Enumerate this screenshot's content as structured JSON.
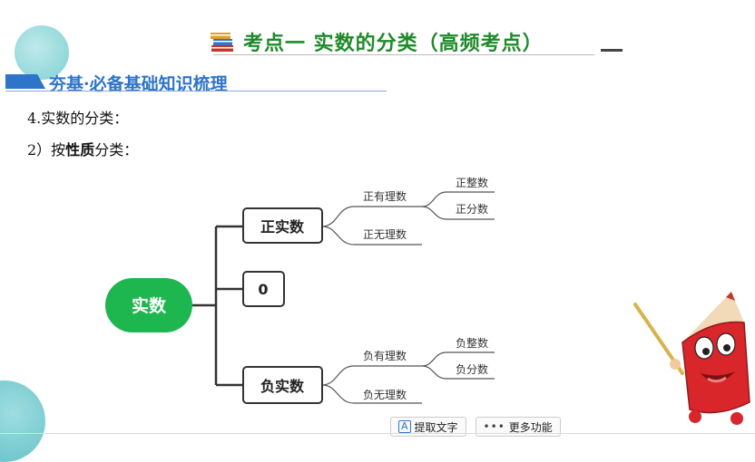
{
  "header": {
    "title": "考点一  实数的分类（高频考点）",
    "section": "夯基·必备基础知识梳理"
  },
  "content": {
    "line1": "4.实数的分类：",
    "line2_prefix": "2）按",
    "line2_bold": "性质",
    "line2_suffix": "分类："
  },
  "mindmap": {
    "root": "实数",
    "positive": "正实数",
    "zero": "0",
    "negative": "负实数",
    "positive_rational": "正有理数",
    "positive_irrational": "正无理数",
    "positive_integer": "正整数",
    "positive_fraction": "正分数",
    "negative_rational": "负有理数",
    "negative_irrational": "负无理数",
    "negative_integer": "负整数",
    "negative_fraction": "负分数"
  },
  "toolbar": {
    "extract_text_label": "提取文字",
    "more_label": "更多功能"
  },
  "colors": {
    "title_green": "#1f8a2a",
    "section_blue": "#2e74c9",
    "root_green": "#1db64f"
  }
}
